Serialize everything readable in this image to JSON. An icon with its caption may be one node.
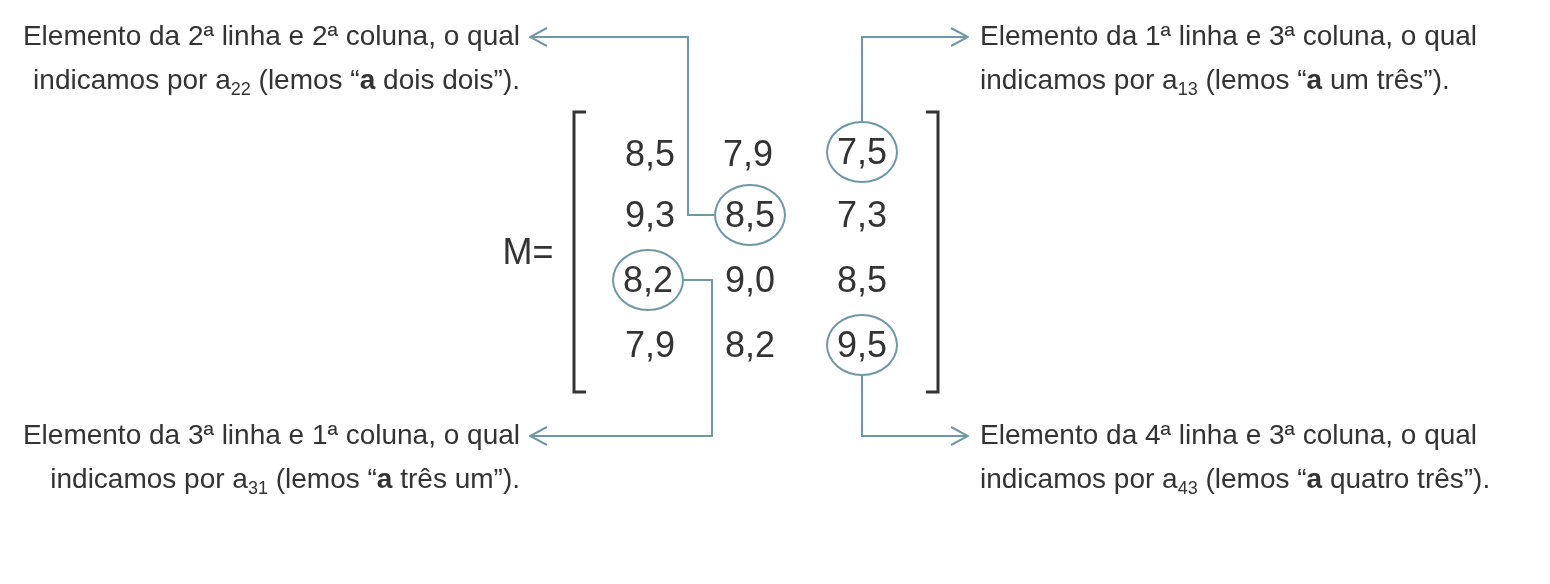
{
  "diagram": {
    "nodes": [
      {
        "text": [
          "Elemento da 2ª linha e 2ª coluna, o qual indicamos por a$_{22}$ (lemos “**a** dois dois”)."
        ]
      },
      {
        "text": [
          "Elemento da 1ª linha e 3ª coluna, o qual indicamos por a$_{13}$ (lemos “**a** um três”)."
        ]
      },
      {
        "text": [
          "7,5"
        ]
      },
      {
        "text": [
          "8,5"
        ]
      },
      {
        "text": [
          "8,2"
        ]
      },
      {
        "text": [
          "9,5"
        ]
      },
      {
        "text": [
          "Elemento da 3ª linha e 1ª coluna, o qual indicamos por a$_{31}$ (lemos “**a** três um”)."
        ]
      },
      {
        "text": [
          "Elemento da 4ª linha e 3ª coluna, o qual indicamos por a$_{43}$ (lemos “**a** quatro três”)."
        ]
      }
    ],
    "edges": [
      {
        "from": 3,
        "to": 0,
        "arrow": "to"
      },
      {
        "from": 2,
        "to": 1,
        "arrow": "to"
      },
      {
        "from": 4,
        "to": 6,
        "arrow": "to"
      },
      {
        "from": 5,
        "to": 7,
        "arrow": "to"
      }
    ],
    "labels": [
      "M=",
      "8,5",
      "7,9",
      "9,3",
      "7,3",
      "9,0",
      "8,5",
      "7,9",
      "8,2"
    ]
  }
}
